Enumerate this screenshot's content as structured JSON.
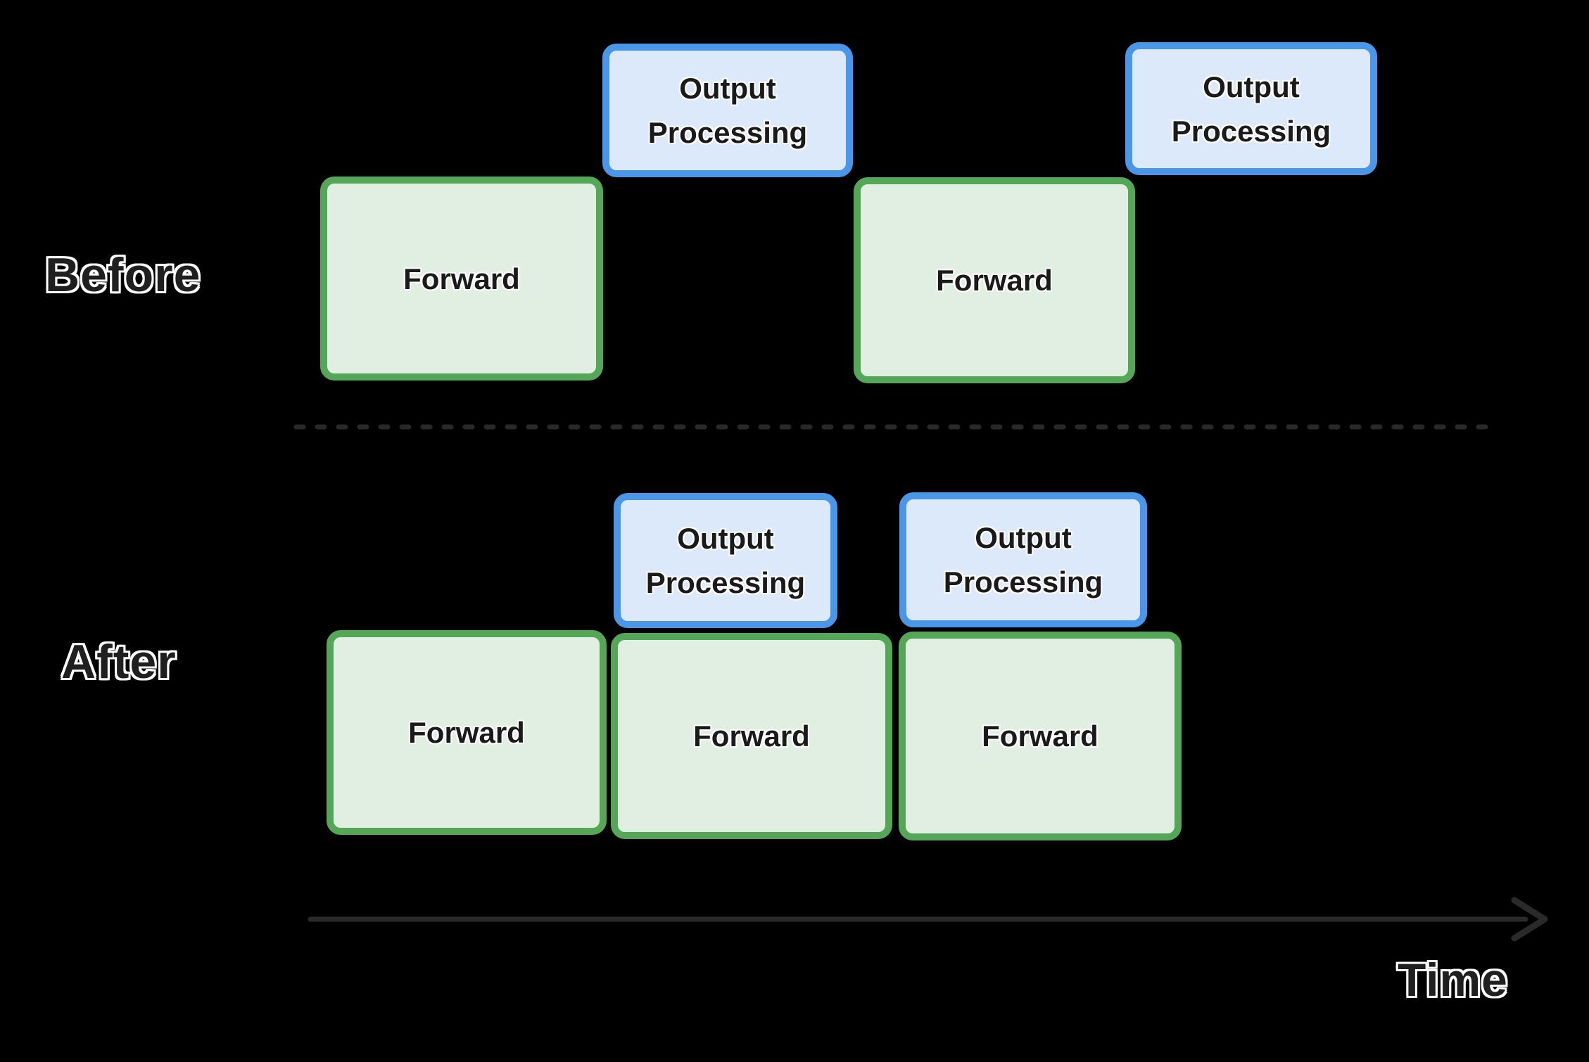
{
  "colors": {
    "background": "#000000",
    "forward_fill": "#e0efe2",
    "forward_border": "#55a758",
    "output_fill": "#dce9fa",
    "output_border": "#4a96e9",
    "box_text": "#1a1a1a",
    "label_text": "#1f1f1f",
    "dash": "#292929",
    "arrow": "#2a2a2a"
  },
  "sections": {
    "before": {
      "label": "Before",
      "boxes": [
        {
          "type": "forward",
          "label": "Forward"
        },
        {
          "type": "output",
          "label": "Output Processing"
        },
        {
          "type": "forward",
          "label": "Forward"
        },
        {
          "type": "output",
          "label": "Output Processing"
        }
      ]
    },
    "after": {
      "label": "After",
      "boxes": [
        {
          "type": "output",
          "label": "Output Processing"
        },
        {
          "type": "output",
          "label": "Output Processing"
        },
        {
          "type": "forward",
          "label": "Forward"
        },
        {
          "type": "forward",
          "label": "Forward"
        },
        {
          "type": "forward",
          "label": "Forward"
        }
      ]
    }
  },
  "axis": {
    "label": "Time",
    "arrow_icon": "right-arrow"
  }
}
